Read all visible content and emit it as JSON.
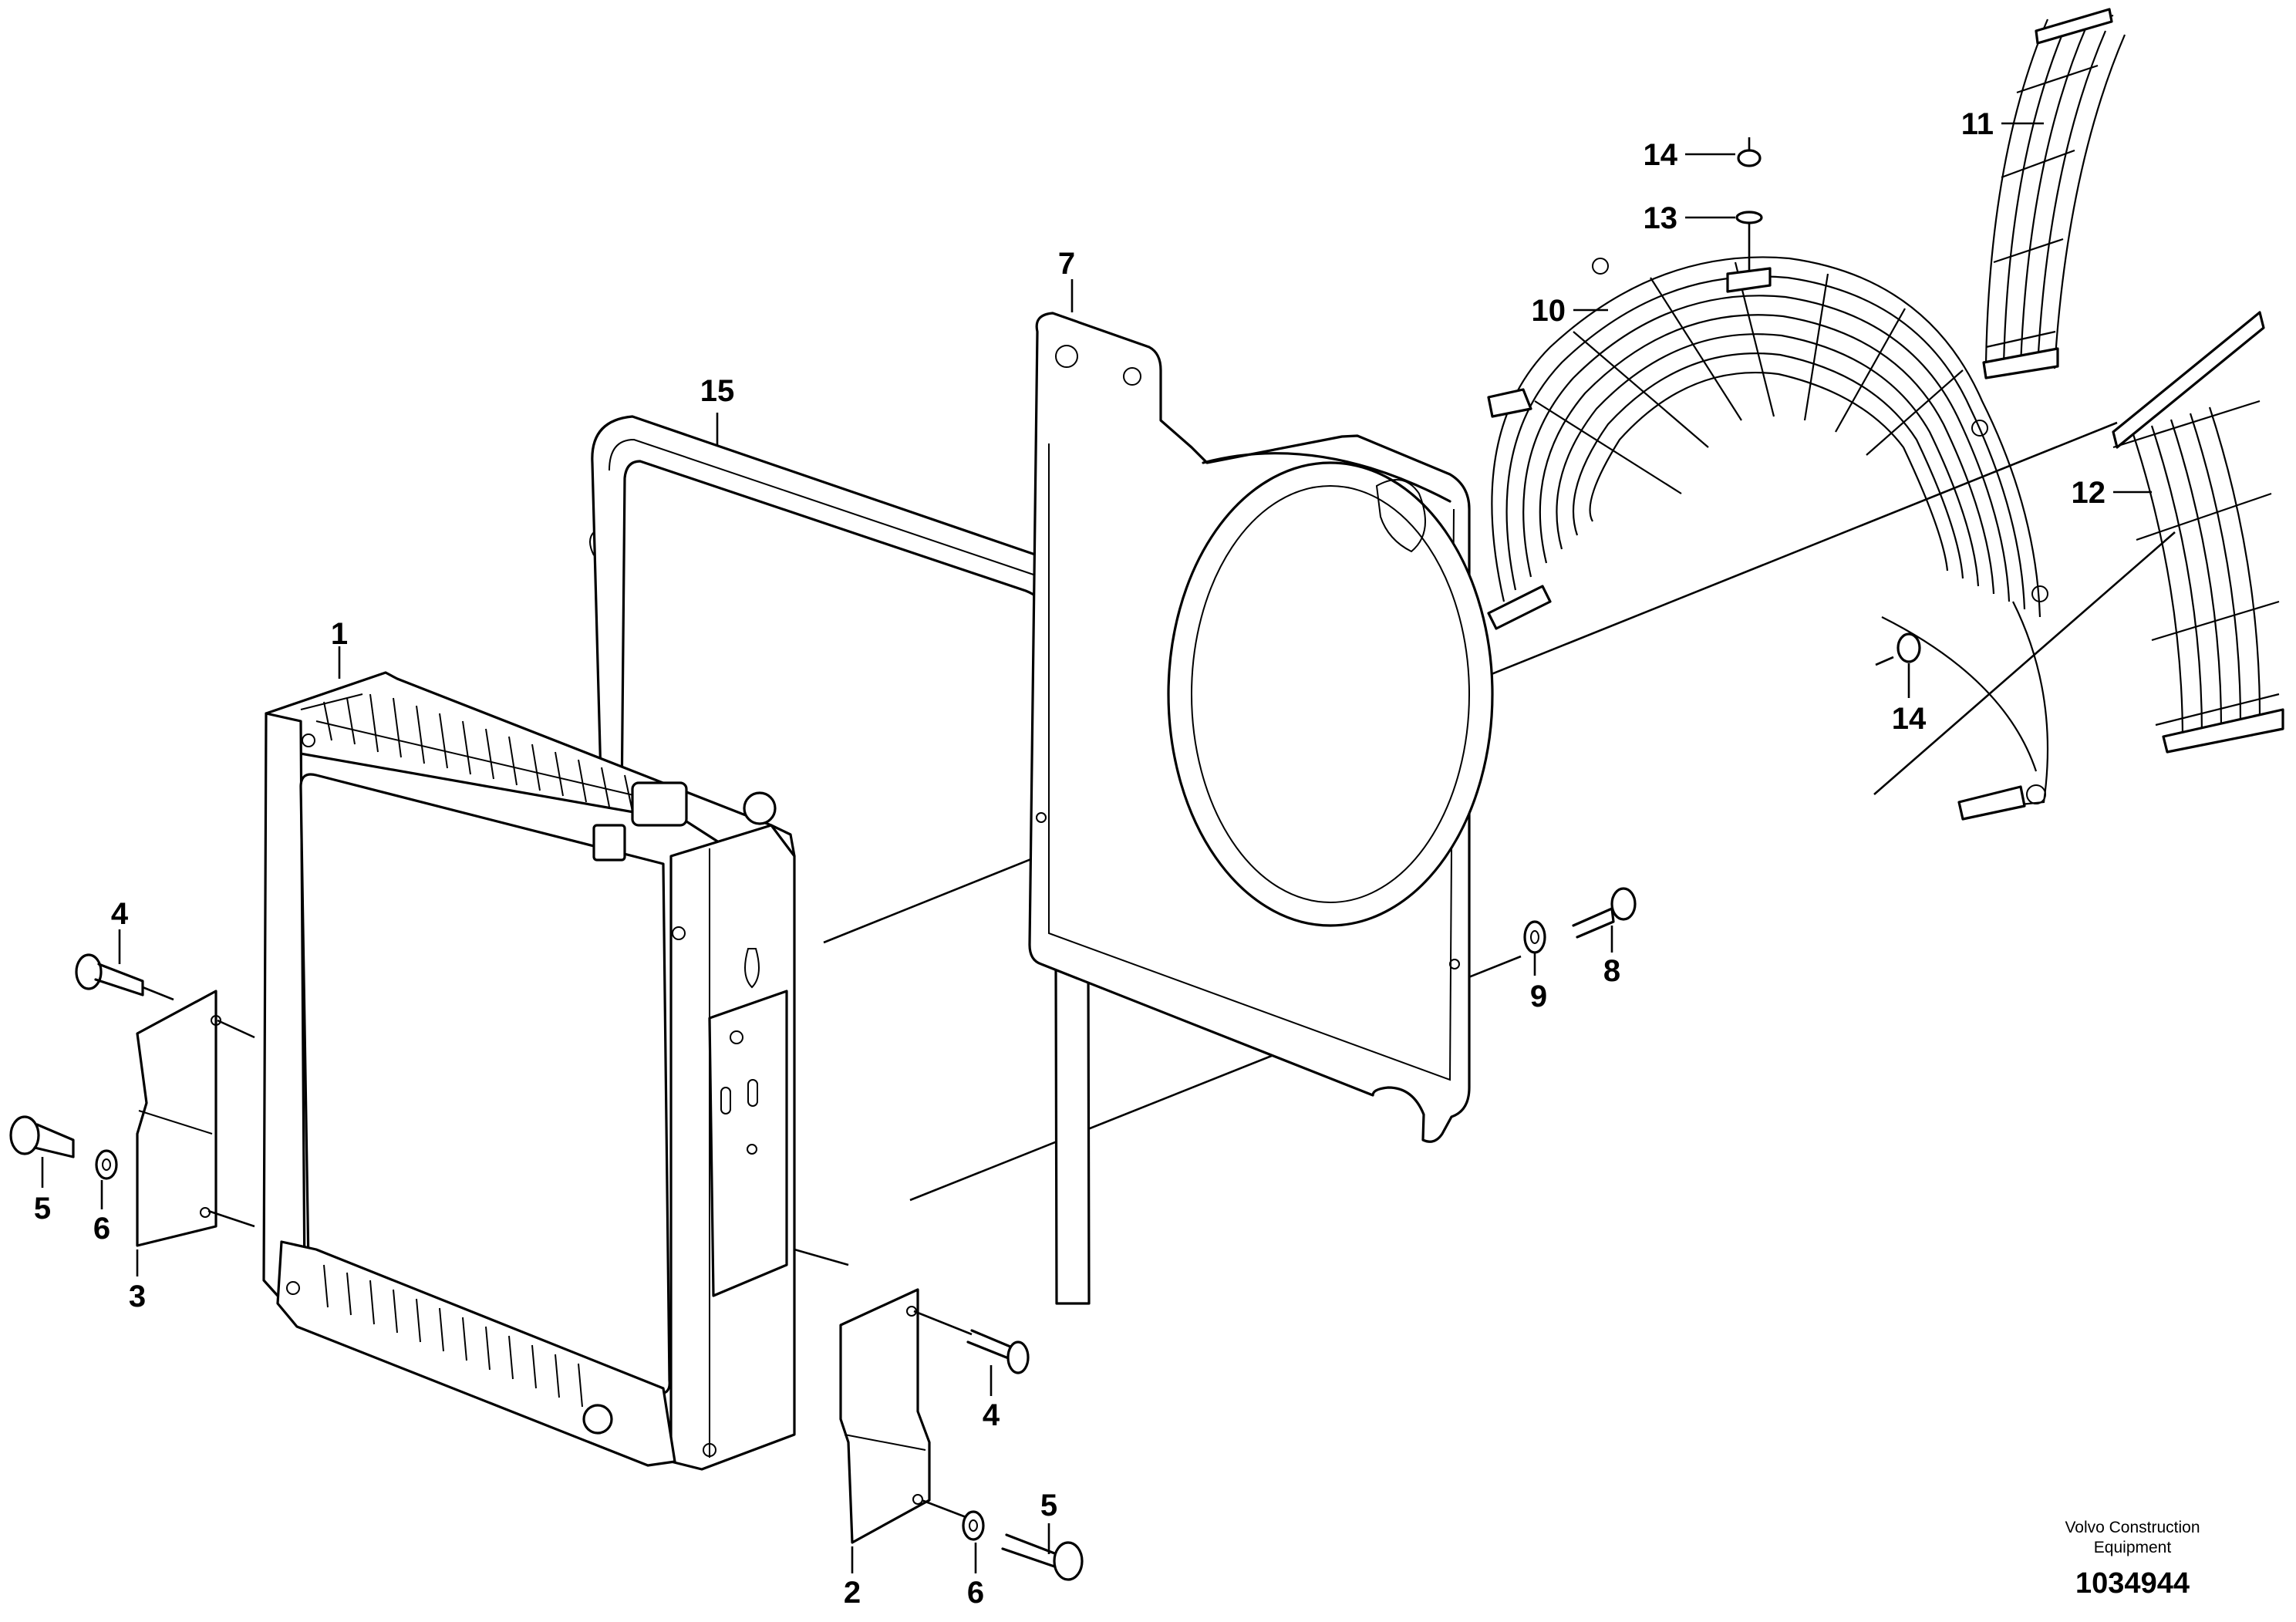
{
  "callouts": {
    "c1": "1",
    "c2": "2",
    "c3": "3",
    "c4a": "4",
    "c4b": "4",
    "c5a": "5",
    "c5b": "5",
    "c6a": "6",
    "c6b": "6",
    "c7": "7",
    "c8": "8",
    "c9": "9",
    "c10": "10",
    "c11": "11",
    "c12": "12",
    "c13": "13",
    "c14a": "14",
    "c14b": "14",
    "c15": "15"
  },
  "footer": {
    "brand_line1": "Volvo Construction",
    "brand_line2": "Equipment",
    "doc_number": "1034944"
  }
}
